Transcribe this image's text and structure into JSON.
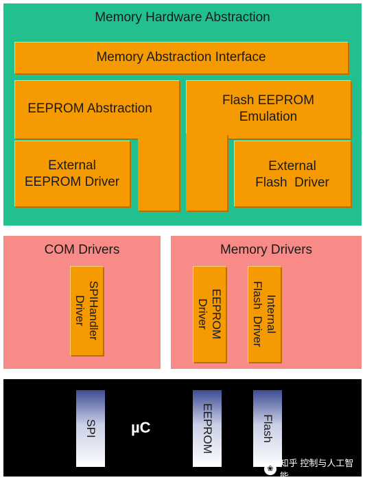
{
  "hw_abstraction": {
    "title": "Memory Hardware Abstraction",
    "interface": "Memory Abstraction Interface",
    "eeprom_abstraction": "EEPROM Abstraction",
    "flash_emulation": "Flash EEPROM\nEmulation",
    "external_eeprom_driver": "External\nEEPROM Driver",
    "external_flash_driver": "External\nFlash  Driver"
  },
  "com_drivers": {
    "title": "COM Drivers",
    "spi_handler": "SPIHandler\nDriver"
  },
  "memory_drivers": {
    "title": "Memory Drivers",
    "eeprom_driver": "EEPROM\nDriver",
    "internal_flash_driver": "Internal\nFlash  Driver"
  },
  "microcontroller": {
    "label": "µC",
    "spi": "SPI",
    "eeprom": "EEPROM",
    "flash": "Flash"
  },
  "watermark": "知乎 控制与人工智能",
  "colors": {
    "green": "#21c08e",
    "pink": "#f88a87",
    "orange": "#f59a00",
    "black": "#000000"
  }
}
